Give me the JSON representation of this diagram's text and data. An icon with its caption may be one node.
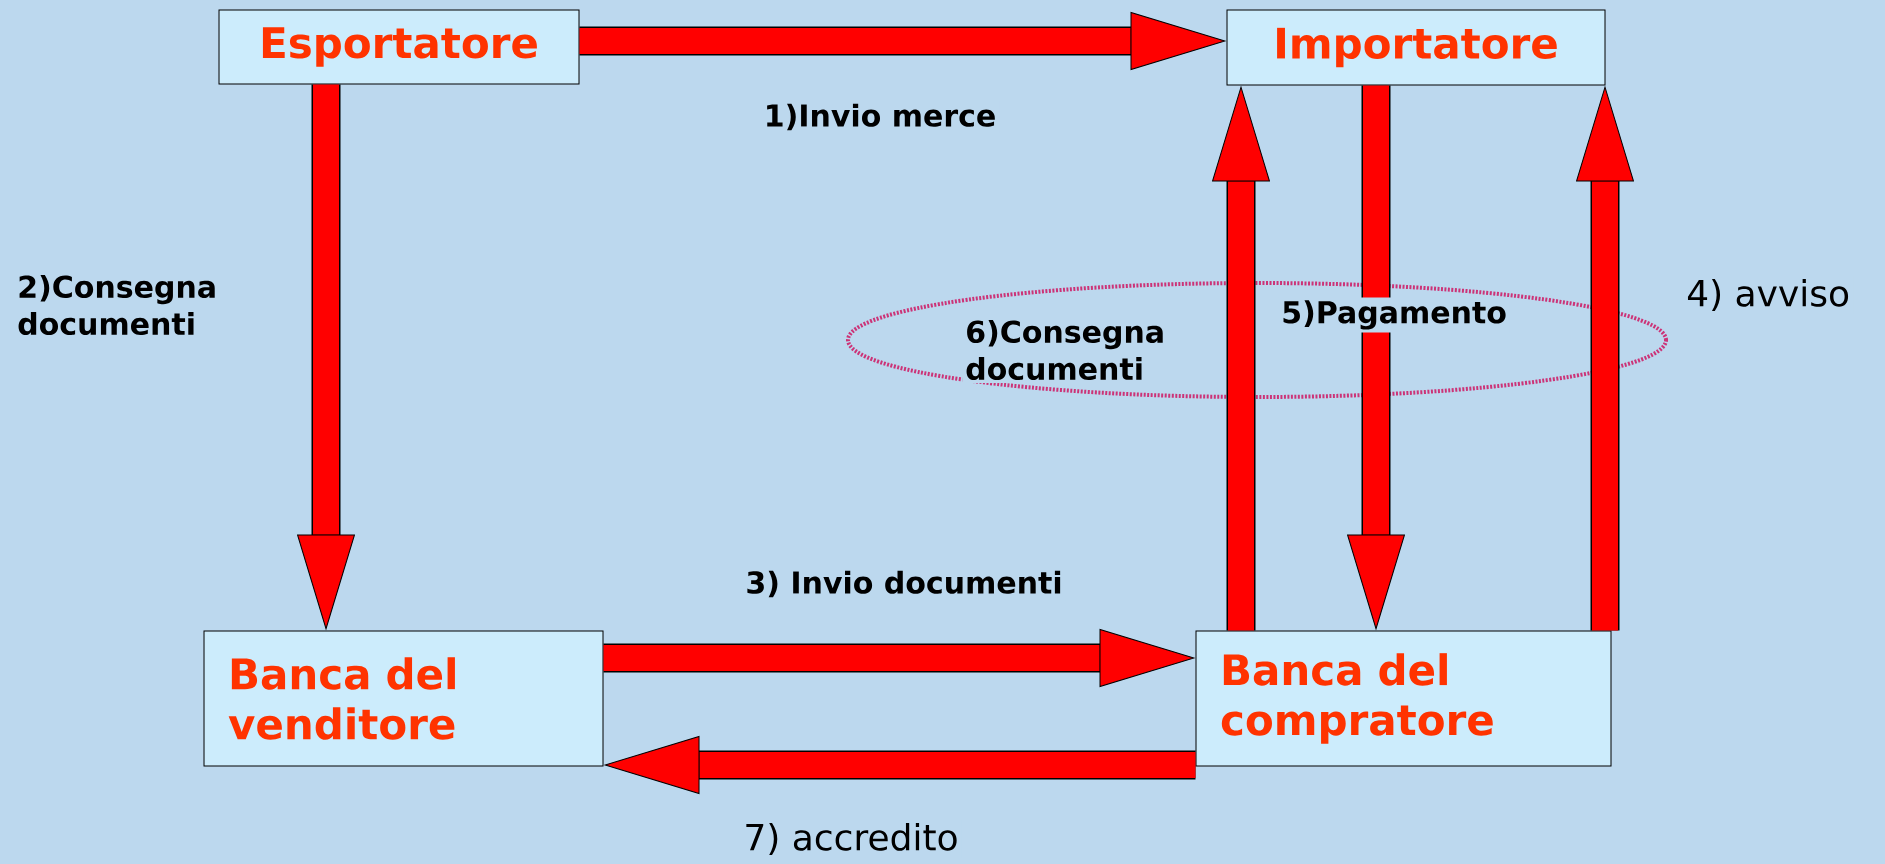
{
  "diagram": {
    "nodes": [
      {
        "text": [
          "Esportatore"
        ]
      },
      {
        "text": [
          "Importatore"
        ]
      },
      {
        "text": [
          "Banca del venditore"
        ]
      },
      {
        "text": [
          "Banca del compratore"
        ]
      }
    ],
    "edges": [
      {
        "from": 0,
        "to": 1,
        "arrow": "to",
        "label": "1)Invio merce"
      },
      {
        "from": 0,
        "to": 2,
        "arrow": "to",
        "label": "2)Consegna documenti"
      },
      {
        "from": 2,
        "to": 3,
        "arrow": "to",
        "label": "3) Invio documenti"
      },
      {
        "from": 3,
        "to": 1,
        "arrow": "to",
        "label": "4) avviso"
      },
      {
        "from": 1,
        "to": 3,
        "arrow": "to",
        "label": "5)Pagamento"
      },
      {
        "from": 3,
        "to": 1,
        "arrow": "to",
        "label": "6)Consegna documenti"
      },
      {
        "from": 3,
        "to": 2,
        "arrow": "to",
        "label": "7) accredito"
      }
    ]
  }
}
